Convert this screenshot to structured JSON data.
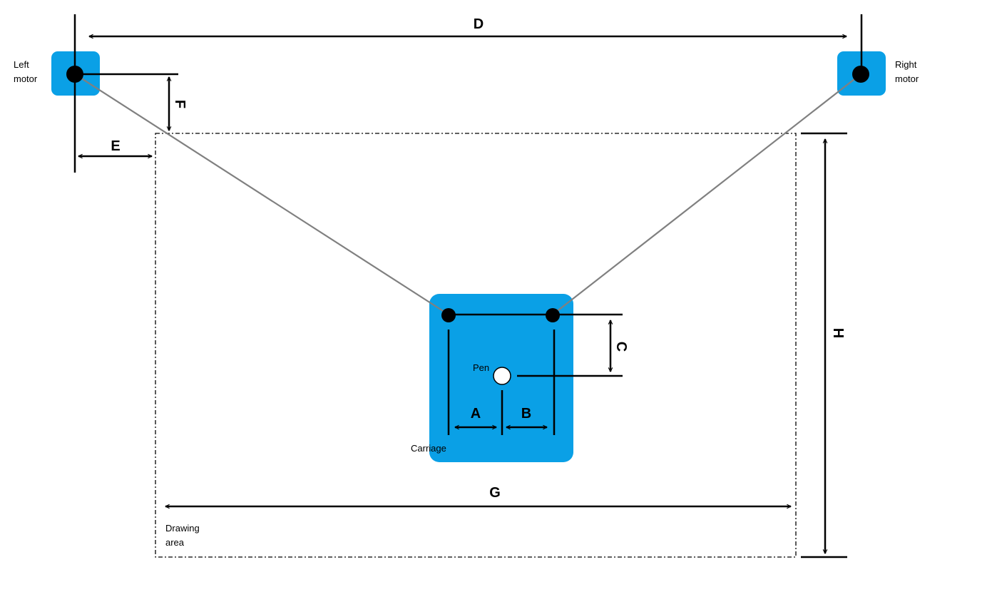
{
  "diagram": {
    "colors": {
      "block": "#0aa0e6",
      "cord": "#808080",
      "line": "#000000",
      "background": "#ffffff"
    },
    "labels": {
      "left_motor_line1": "Left",
      "left_motor_line2": "motor",
      "right_motor_line1": "Right",
      "right_motor_line2": "motor",
      "pen": "Pen",
      "carriage": "Carriage",
      "drawing_area_line1": "Drawing",
      "drawing_area_line2": "area"
    },
    "dimensions": {
      "A": "A",
      "B": "B",
      "C": "C",
      "D": "D",
      "E": "E",
      "F": "F",
      "G": "G",
      "H": "H"
    }
  }
}
